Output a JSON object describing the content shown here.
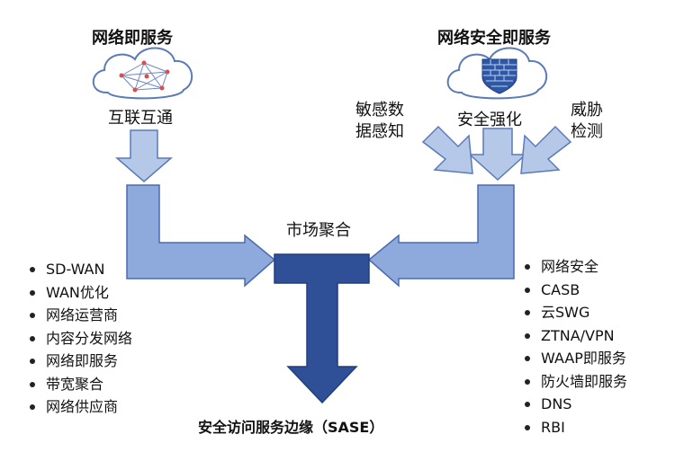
{
  "left_title": "网络即服务",
  "right_title": "网络安全即服务",
  "left_node_label": "互联互通",
  "right_inputs": {
    "left": [
      "敏感数",
      "据感知"
    ],
    "center": "安全强化",
    "right": [
      "威胁",
      "检测"
    ]
  },
  "merge_label": "市场聚合",
  "bottom_label": "安全访问服务边缘（SASE）",
  "left_list": [
    "SD-WAN",
    "WAN优化",
    "网络运营商",
    "内容分发网络",
    "网络即服务",
    "带宽聚合",
    "网络供应商"
  ],
  "right_list": [
    "网络安全",
    "CASB",
    "云SWG",
    "ZTNA/VPN",
    "WAAP即服务",
    "防火墙即服务",
    "DNS",
    "RBI"
  ],
  "icons": {
    "left_cloud": "network-cloud-icon",
    "right_cloud": "firewall-cloud-icon"
  },
  "colors": {
    "light_arrow": "#b6c8e8",
    "mid_arrow": "#8ea9dc",
    "dark_arrow": "#2f4f96",
    "stroke": "#4a6aae"
  }
}
